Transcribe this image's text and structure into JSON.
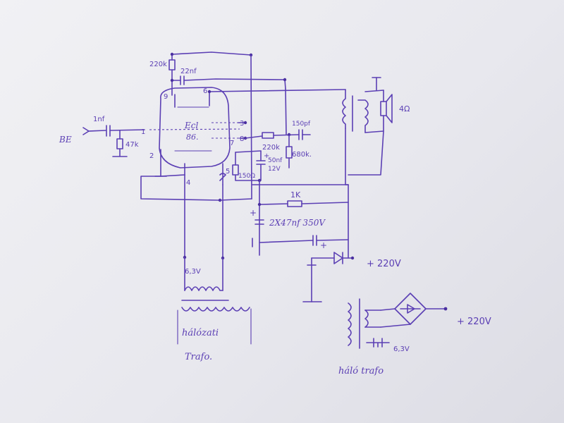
{
  "labels": {
    "input": "BE",
    "r_grid_leak": "47k",
    "c_input": "1nf",
    "pin1": "1",
    "pin2": "2",
    "pin3": "3",
    "pin4": "4",
    "pin6": "6",
    "pin7": "7",
    "pin8": "8",
    "pin9": "9",
    "pin5": "5",
    "tube_type": "Ecl",
    "tube_num": "86.",
    "r_feedback": "220k",
    "c_feedback": "22nf",
    "r_mid": "220k",
    "c_mid": "150pf",
    "r_680": "680k.",
    "r_cathode": "150Ω",
    "c_cathode_val": "50nf",
    "c_cathode_v": "12V",
    "c_cathode_plus": "+",
    "r_1k": "1K",
    "c_filter": "2X47nf 350V",
    "speaker": "4Ω",
    "heater_v": "6,3V",
    "supply_v": "+ 220V",
    "supply_v2": "+ 220V",
    "heater_v2": "6,3V",
    "mains_tr_1": "hálózati",
    "mains_tr_2": "Trafo.",
    "halo_trafo": "háló trafo",
    "plus_a": "+",
    "plus_b": "+"
  }
}
